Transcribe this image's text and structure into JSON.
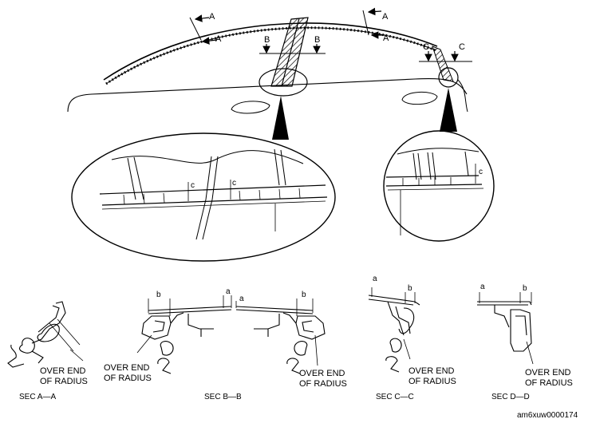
{
  "figure": {
    "section_labels": {
      "a": "A",
      "b": "B",
      "c": "C"
    },
    "detail_dim": "c",
    "clearance_a": "a",
    "clearance_b": "b",
    "callout_line1": "OVER END",
    "callout_line2": "OF RADIUS",
    "sections": [
      {
        "title": "SEC A—A"
      },
      {
        "title": "SEC B—B"
      },
      {
        "title": "SEC C—C"
      },
      {
        "title": "SEC D—D"
      }
    ],
    "image_code": "am6xuw0000174"
  }
}
